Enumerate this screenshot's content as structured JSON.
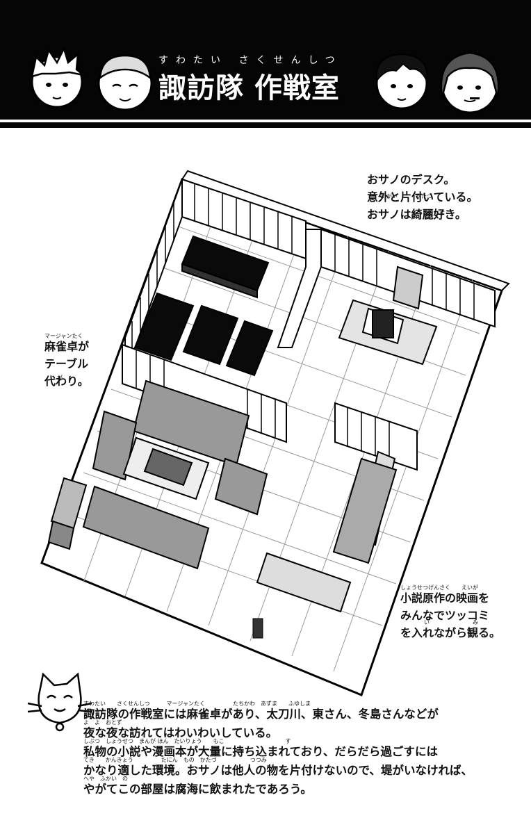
{
  "header": {
    "title_ruby": "すわたい さくせんしつ",
    "title": "諏訪隊 作戦室"
  },
  "captions": {
    "desk": "おサノのデスク。\n意外と片付いている。\nおサノは綺麗好き。",
    "desk_ruby1": "いがい",
    "desk_ruby2": "かたづ",
    "desk_ruby3": "きれいず",
    "mahjong": "麻雀卓が\nテーブル\n代わり。",
    "mahjong_ruby1": "マージャンたく",
    "mahjong_ruby2": "が",
    "movie": "小説原作の映画を\nみんなでツッコミ\nを入れながら観る。",
    "movie_ruby1": "しょうせつげんさく",
    "movie_ruby2": "えいが",
    "movie_ruby3": "い",
    "movie_ruby4": "み"
  },
  "story": {
    "text": "諏訪隊の作戦室には麻雀卓があり、太刀川、東さん、冬島さんなどが\n夜な夜な訪れてはわいわいしている。\n私物の小説や漫画本が大量に持ち込まれており、だらだら過ごすには\nかなり適した環境。おサノは他人の物を片付けないので、堤がいなければ、\nやがてこの部屋は腐海に飲まれたであろう。",
    "ruby_line1": "すわたい　　さくせんしつ　　　マージャンたく　　　　　たちかわ　あずま　　ふゆしま",
    "ruby_line2": "よ　よ　おとず",
    "ruby_line3": "しぶつ　しょうせつ　まんが ほん　たいりょう　　もこ　　　　　　　　　　　す",
    "ruby_line4": "てき　　かんきょう　　　　　たにん　もの　かたづ　　　　　　つつみ",
    "ruby_line5": "へや　ふかい　の"
  }
}
